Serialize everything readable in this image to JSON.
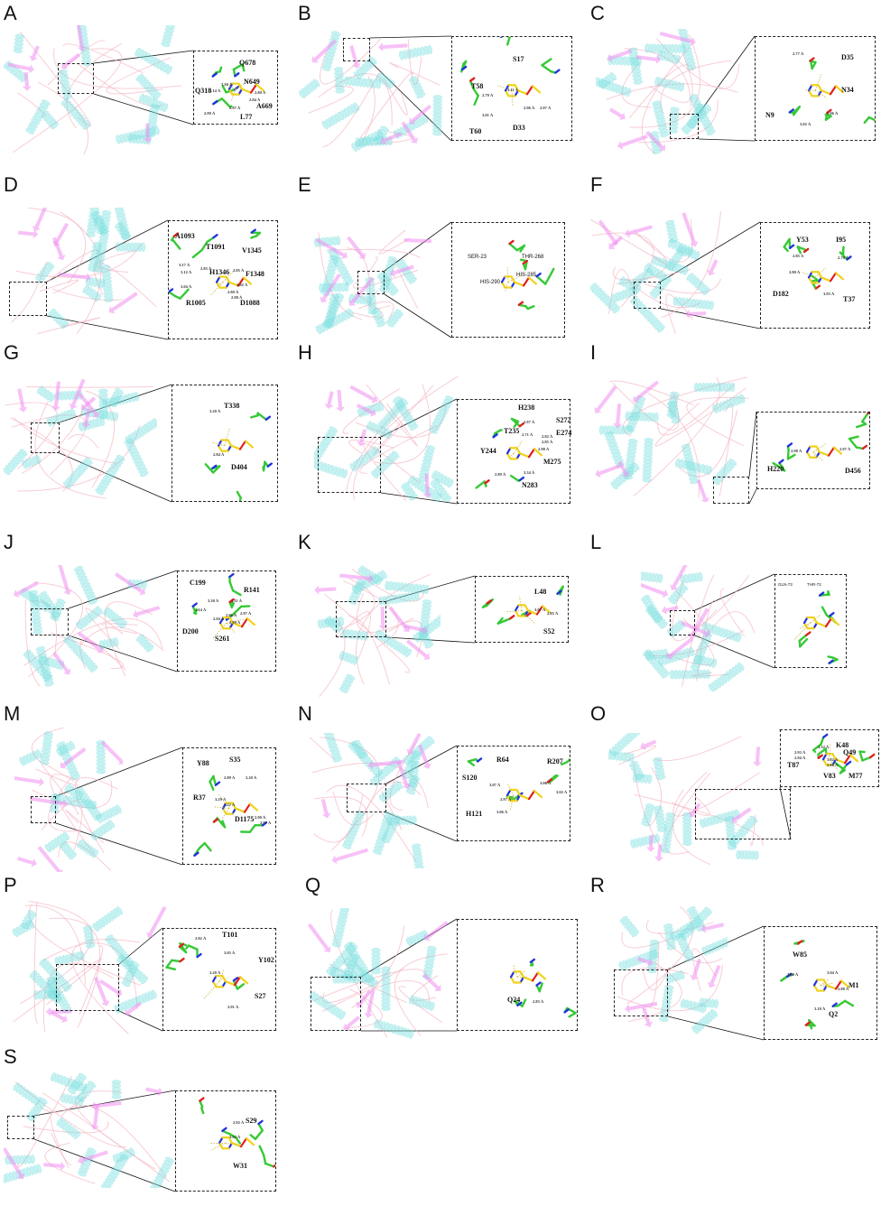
{
  "colors": {
    "helix": "#7fe3e3",
    "sheet": "#f08ef0",
    "loop": "#f4b8c4",
    "residue": "#35c935",
    "ligand": "#f2d21a",
    "nitrogen": "#2233dd",
    "oxygen": "#e02020",
    "hbond": "#c9b53a"
  },
  "icons": [
    "protein-cartoon-icon",
    "ligand-stick-icon",
    "residue-stick-icon"
  ],
  "panels": [
    {
      "letter": "A",
      "residues": [
        "Q678",
        "N649",
        "Q318",
        "A669",
        "L77"
      ],
      "distances": [
        "3.20 Å",
        "3.14 Å",
        "2.97 Å",
        "2.99 Å",
        "2.80 Å",
        "2.84 Å"
      ]
    },
    {
      "letter": "B",
      "residues": [
        "S17",
        "T58",
        "T60",
        "D33"
      ],
      "distances": [
        "2.79 Å",
        "3.11 Å",
        "2.96 Å",
        "2.97 Å",
        "3.01 Å"
      ]
    },
    {
      "letter": "C",
      "residues": [
        "D35",
        "N34",
        "N9"
      ],
      "distances": [
        "2.77 Å",
        "3.06 Å",
        "3.02 Å"
      ]
    },
    {
      "letter": "D",
      "residues": [
        "A1093",
        "T1091",
        "V1345",
        "H1346",
        "F1348",
        "R1005",
        "D1088"
      ],
      "distances": [
        "3.17 Å",
        "2.83 Å",
        "3.12 Å",
        "3.04 Å",
        "2.85 Å",
        "2.92 Å",
        "2.80 Å",
        "2.98 Å"
      ]
    },
    {
      "letter": "E",
      "residues": [
        "SER-23",
        "THR-268",
        "HIS-285",
        "HIS-290"
      ],
      "distances": []
    },
    {
      "letter": "F",
      "residues": [
        "Y53",
        "I95",
        "D182",
        "T37"
      ],
      "distances": [
        "2.85 Å",
        "2.78 Å",
        "2.80 Å",
        "3.93 Å"
      ]
    },
    {
      "letter": "G",
      "residues": [
        "T338",
        "D404"
      ],
      "distances": [
        "3.20 Å",
        "2.84 Å"
      ]
    },
    {
      "letter": "H",
      "residues": [
        "H238",
        "T235",
        "Y244",
        "S272",
        "E274",
        "M275",
        "N283"
      ],
      "distances": [
        "2.97 Å",
        "2.71 Å",
        "2.82 Å",
        "2.98 Å",
        "3.34 Å",
        "2.89 Å",
        "2.85 Å"
      ]
    },
    {
      "letter": "I",
      "residues": [
        "H220",
        "D456"
      ],
      "distances": [
        "2.98 Å",
        "2.97 Å"
      ]
    },
    {
      "letter": "J",
      "residues": [
        "C199",
        "R141",
        "D200",
        "S261"
      ],
      "distances": [
        "3.30 Å",
        "3.14 Å",
        "3.11 Å",
        "2.97 Å",
        "2.94 Å",
        "2.96 Å",
        "2.99 Å"
      ]
    },
    {
      "letter": "K",
      "residues": [
        "L48",
        "S52"
      ],
      "distances": [
        "3.07 Å",
        "2.85 Å"
      ]
    },
    {
      "letter": "L",
      "residues": [
        "GLN-73",
        "THR-72"
      ],
      "distances": []
    },
    {
      "letter": "M",
      "residues": [
        "Y88",
        "S35",
        "R37",
        "D1175"
      ],
      "distances": [
        "2.89 Å",
        "3.20 Å",
        "3.29 Å",
        "3.22 Å",
        "2.90 Å",
        "2.97 Å"
      ]
    },
    {
      "letter": "N",
      "residues": [
        "R64",
        "R207",
        "S120",
        "H121"
      ],
      "distances": [
        "3.07 Å",
        "3.06 Å",
        "2.97 Å",
        "3.06 Å",
        "3.02 Å"
      ]
    },
    {
      "letter": "O",
      "residues": [
        "K48",
        "Q49",
        "T87",
        "V83",
        "M77"
      ],
      "distances": [
        "2.93 Å",
        "2.94 Å",
        "3.32 Å",
        "3.02 Å",
        "2.88 Å"
      ]
    },
    {
      "letter": "P",
      "residues": [
        "T101",
        "Y102",
        "S27"
      ],
      "distances": [
        "2.82 Å",
        "3.05 Å",
        "3.20 Å",
        "2.91 Å"
      ]
    },
    {
      "letter": "Q",
      "residues": [
        "Q24"
      ],
      "distances": [
        "2.83 Å"
      ]
    },
    {
      "letter": "R",
      "residues": [
        "W85",
        "M1",
        "Q2"
      ],
      "distances": [
        "3.00 Å",
        "3.04 Å",
        "3.18 Å",
        "2.88 Å"
      ]
    },
    {
      "letter": "S",
      "residues": [
        "S29",
        "W31"
      ],
      "distances": [
        "2.92 Å",
        "3.02 Å"
      ]
    }
  ]
}
